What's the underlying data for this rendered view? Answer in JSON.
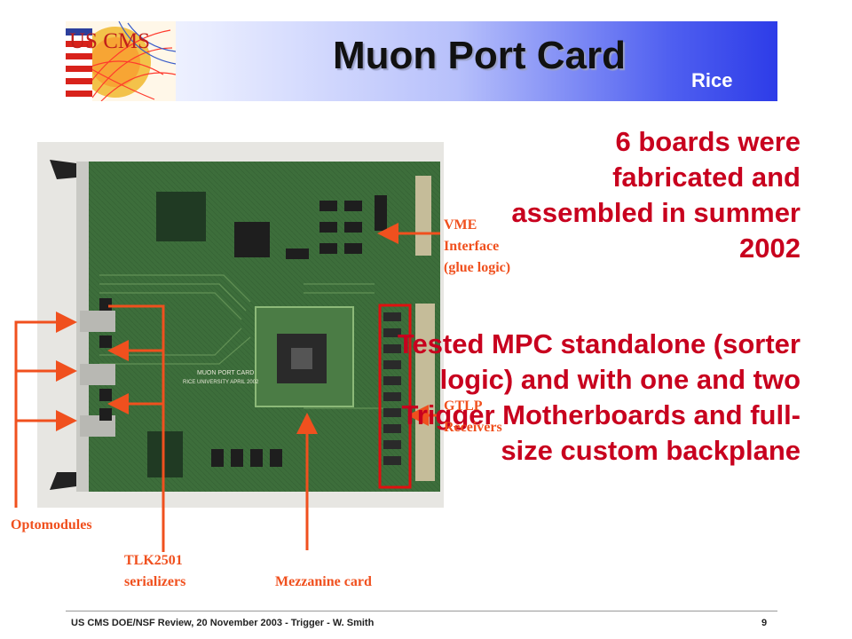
{
  "header": {
    "logo_text": "US CMS",
    "title": "Muon Port Card",
    "institution": "Rice"
  },
  "slide": {
    "para1": "6 boards were fabricated and assembled in summer 2002",
    "para2": "Tested MPC standalone (sorter logic) and with one and two Trigger Motherboards and full-size custom backplane"
  },
  "photo_labels": {
    "vme_l1": "VME",
    "vme_l2": "Interface",
    "vme_l3": "(glue logic)",
    "gtlp_l1": "GTLP",
    "gtlp_l2": "Receivers",
    "opto": "Optomodules",
    "tlk_l1": "TLK2501",
    "tlk_l2": "serializers",
    "mezz": "Mezzanine card"
  },
  "board_silkscreen": {
    "line1": "MUON PORT CARD",
    "line2": "RICE UNIVERSITY APRIL 2002"
  },
  "footer": {
    "text": "US CMS DOE/NSF Review, 20 November 2003 - Trigger - W. Smith",
    "page": "9"
  },
  "colors": {
    "text_red": "#c8001e",
    "label_orange": "#f0501e",
    "header_blue": "#2d3ce8",
    "pcb_green": "#3d6e3b"
  }
}
